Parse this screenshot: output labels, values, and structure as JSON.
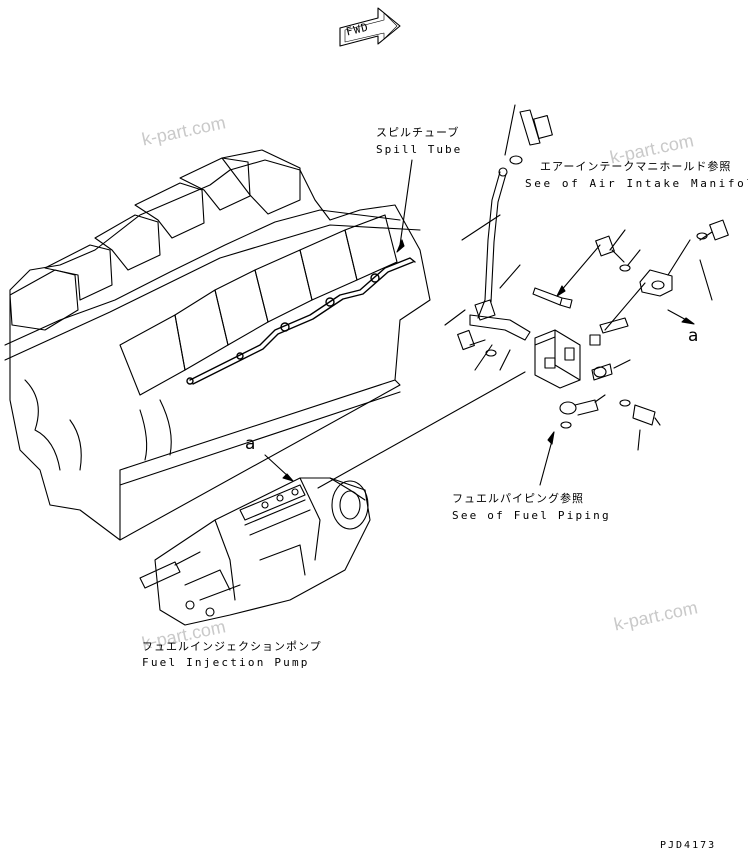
{
  "fwd_label": "FWD",
  "labels": {
    "spill_tube_jp": "スピルチューブ",
    "spill_tube_en": "Spill Tube",
    "air_intake_jp": "エアーインテークマニホールド参照",
    "air_intake_en": "See of Air Intake Manifold",
    "fuel_piping_jp": "フュエルパイピング参照",
    "fuel_piping_en": "See of Fuel Piping",
    "injection_pump_jp": "フュエルインジェクションポンプ",
    "injection_pump_en": "Fuel Injection Pump"
  },
  "callouts": {
    "a_left": "a",
    "a_right": "a"
  },
  "watermark": "k-part.com",
  "drawing_code": "PJD4173",
  "colors": {
    "line": "#000000",
    "watermark": "#c9c9c9",
    "background": "#ffffff"
  }
}
